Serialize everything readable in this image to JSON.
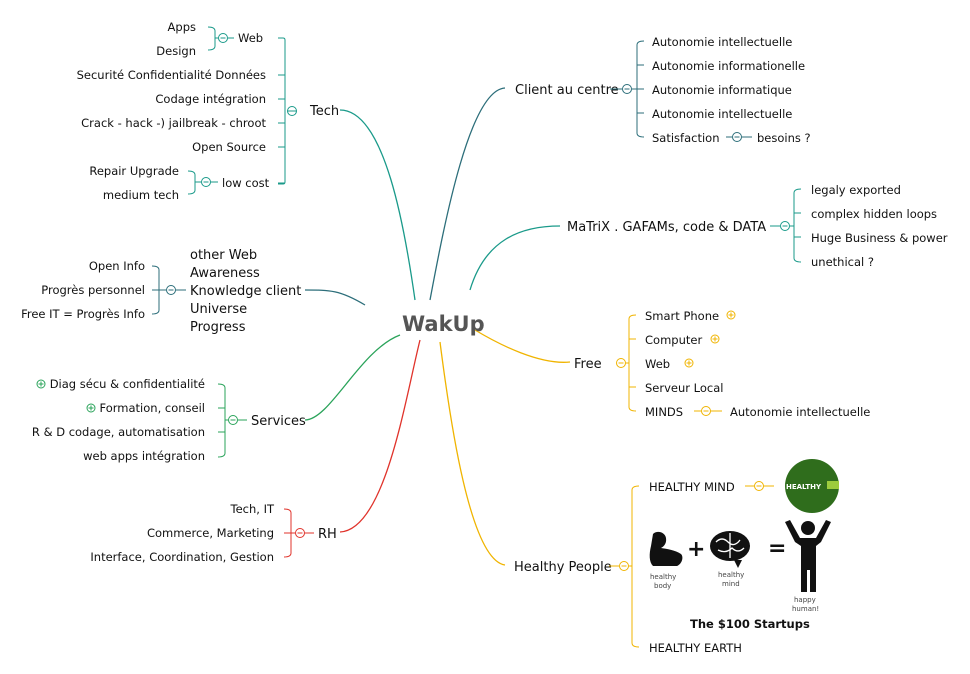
{
  "center": "WakUp",
  "colors": {
    "teal": "#1a9a8a",
    "green": "#2aa35a",
    "red": "#e0332b",
    "gold": "#f0b400",
    "slate": "#2c6e7a",
    "healthy_badge": "#2f6d1c"
  },
  "tech": {
    "label": "Tech",
    "web": {
      "label": "Web",
      "items": [
        "Apps",
        "Design"
      ]
    },
    "items": [
      "Securité Confidentialité Données",
      "Codage intégration",
      "Crack - hack -) jailbreak - chroot",
      "Open Source"
    ],
    "lowcost": {
      "label": "low cost",
      "items": [
        "Repair Upgrade",
        "medium tech"
      ]
    }
  },
  "info": {
    "label_lines": [
      "other Web",
      "Awareness",
      "Knowledge client",
      "Universe",
      "Progress"
    ],
    "items": [
      "Open Info",
      "Progrès personnel",
      "Free IT = Progrès Info"
    ]
  },
  "services": {
    "label": "Services",
    "items": [
      "Diag sécu & confidentialité",
      "Formation, conseil",
      "R & D codage, automatisation",
      "web apps intégration"
    ]
  },
  "rh": {
    "label": "RH",
    "items": [
      "Tech, IT",
      "Commerce, Marketing",
      "Interface, Coordination, Gestion"
    ]
  },
  "client": {
    "label": "Client au centre",
    "items": [
      "Autonomie intellectuelle",
      "Autonomie informationelle",
      "Autonomie informatique",
      "Autonomie intellectuelle",
      "Satisfaction"
    ],
    "satisfaction_child": "besoins ?"
  },
  "matrix": {
    "label": "MaTriX . GAFAMs, code & DATA",
    "items": [
      "legaly exported",
      "complex hidden loops",
      "Huge Business & power",
      "unethical ?"
    ]
  },
  "free": {
    "label": "Free",
    "items": [
      "Smart Phone",
      "Computer",
      "Web",
      "Serveur Local",
      "MINDS"
    ],
    "minds_child": "Autonomie intellectuelle"
  },
  "healthy": {
    "label": "Healthy People",
    "mind": "HEALTHY MIND",
    "badge": "HEALTHY",
    "earth": "HEALTHY EARTH",
    "book": "The $100 Startups",
    "caption_body": [
      "healthy",
      "body"
    ],
    "caption_mind": [
      "healthy",
      "mind"
    ],
    "caption_human": [
      "happy",
      "human!"
    ],
    "plus": "+",
    "equals": "="
  },
  "icons": {
    "collapse": "minus-circle-icon",
    "expand": "plus-circle-icon",
    "arm": "muscle-arm-icon",
    "brain": "brain-icon",
    "person": "happy-person-icon"
  }
}
